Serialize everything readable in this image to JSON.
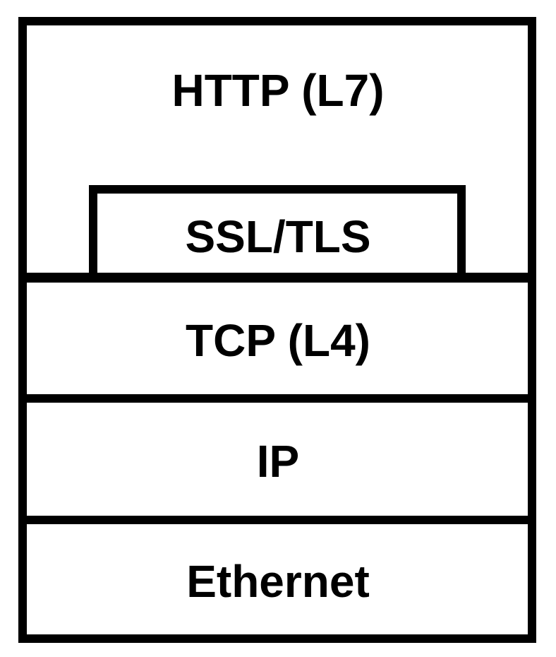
{
  "layers": [
    {
      "label": "HTTP (L7)"
    },
    {
      "label": "SSL/TLS"
    },
    {
      "label": "TCP (L4)"
    },
    {
      "label": "IP"
    },
    {
      "label": "Ethernet"
    }
  ],
  "colors": {
    "stroke": "#000000",
    "background": "#ffffff"
  }
}
